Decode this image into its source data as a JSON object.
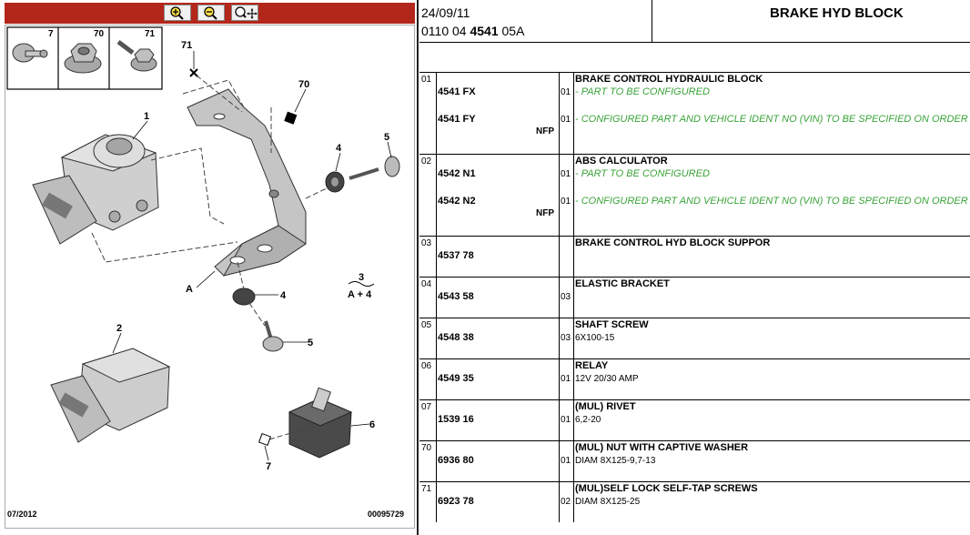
{
  "toolbar": {
    "buttons": [
      {
        "name": "zoom-in-button",
        "icon": "zoom-in-icon"
      },
      {
        "name": "zoom-out-button",
        "icon": "zoom-out-icon"
      },
      {
        "name": "zoom-pan-button",
        "icon": "zoom-pan-icon"
      }
    ]
  },
  "diagram": {
    "inset_numbers": [
      "7",
      "70",
      "71"
    ],
    "callouts": [
      "1",
      "2",
      "3",
      "4",
      "4",
      "5",
      "5",
      "6",
      "7",
      "70",
      "71",
      "A"
    ],
    "kit_label": "A + 4",
    "footer_left": "07/2012",
    "footer_right": "00095729"
  },
  "header": {
    "date": "24/09/11",
    "ref_parts": [
      "0110 04 ",
      "4541",
      " 05A"
    ],
    "title": "BRAKE HYD BLOCK"
  },
  "rows": [
    {
      "idx": "01",
      "refs": [
        "4541 FX",
        "4541 FY"
      ],
      "nfp": "NFP",
      "qty": [
        "01",
        "01"
      ],
      "desc": "BRAKE CONTROL HYDRAULIC BLOCK",
      "notes": [
        "- PART TO BE CONFIGURED",
        "- CONFIGURED PART AND VEHICLE IDENT NO (VIN) TO BE SPECIFIED ON ORDER"
      ]
    },
    {
      "idx": "02",
      "refs": [
        "4542 N1",
        "4542 N2"
      ],
      "nfp": "NFP",
      "qty": [
        "01",
        "01"
      ],
      "desc": "ABS CALCULATOR",
      "notes": [
        "- PART TO BE CONFIGURED",
        "- CONFIGURED PART AND VEHICLE IDENT NO (VIN) TO BE SPECIFIED ON ORDER"
      ]
    },
    {
      "idx": "03",
      "ref": "4537 78",
      "qty": "",
      "desc": "BRAKE CONTROL HYD BLOCK SUPPOR",
      "sub": ""
    },
    {
      "idx": "04",
      "ref": "4543 58",
      "qty": "03",
      "desc": "ELASTIC BRACKET",
      "sub": ""
    },
    {
      "idx": "05",
      "ref": "4548 38",
      "qty": "03",
      "desc": "SHAFT SCREW",
      "sub": "6X100-15"
    },
    {
      "idx": "06",
      "ref": "4549 35",
      "qty": "01",
      "desc": "RELAY",
      "sub": "12V 20/30 AMP"
    },
    {
      "idx": "07",
      "ref": "1539 16",
      "qty": "01",
      "desc": "(MUL) RIVET",
      "sub": "6,2-20"
    },
    {
      "idx": "70",
      "ref": "6936 80",
      "qty": "01",
      "desc": "(MUL) NUT WITH CAPTIVE WASHER",
      "sub": "DIAM 8X125-9,7-13"
    },
    {
      "idx": "71",
      "ref": "6923 78",
      "qty": "02",
      "desc": "(MUL)SELF LOCK SELF-TAP SCREWS",
      "sub": "DIAM 8X125-25"
    }
  ]
}
